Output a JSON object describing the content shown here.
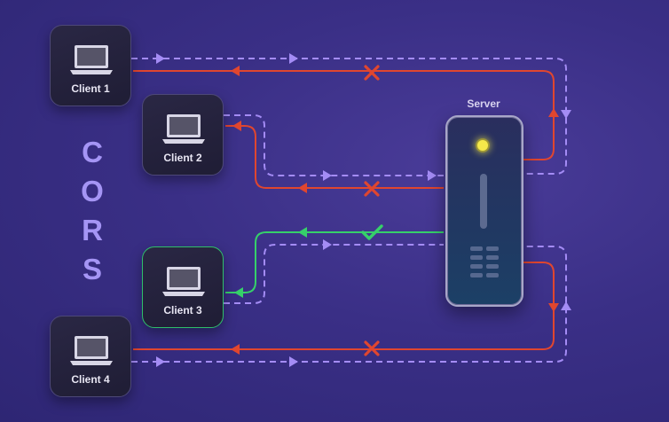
{
  "title_letters": [
    "C",
    "O",
    "R",
    "S"
  ],
  "server": {
    "label": "Server"
  },
  "clients": [
    {
      "label": "Client 1",
      "status": "blocked"
    },
    {
      "label": "Client 2",
      "status": "blocked"
    },
    {
      "label": "Client 3",
      "status": "allowed"
    },
    {
      "label": "Client 4",
      "status": "blocked"
    }
  ],
  "colors": {
    "request": "#a48cf5",
    "blocked": "#e0462f",
    "allowed": "#36d06a",
    "led": "#f5e94a"
  },
  "icons": {
    "client": "laptop-icon",
    "blocked": "x-mark-icon",
    "allowed": "check-mark-icon"
  }
}
